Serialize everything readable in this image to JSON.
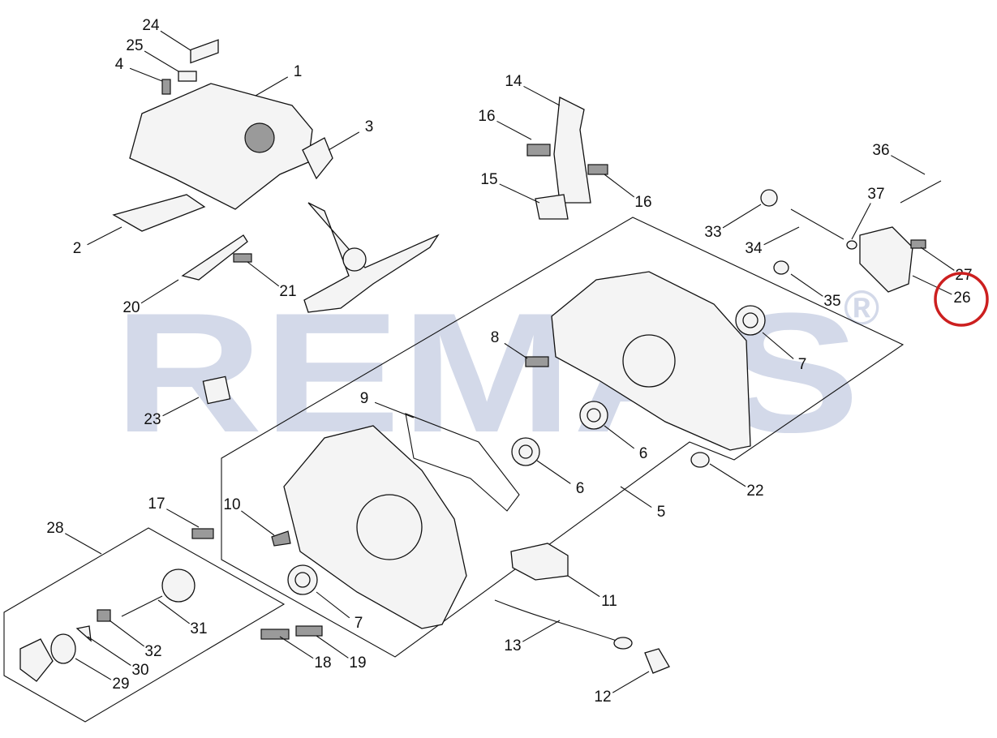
{
  "diagram": {
    "watermark": "REMAS",
    "watermark_mark": "®",
    "highlight_color": "#cc1f1f",
    "highlighted_label": "26",
    "callouts": [
      "24",
      "25",
      "4",
      "1",
      "3",
      "2",
      "20",
      "21",
      "14",
      "16",
      "15",
      "16",
      "36",
      "37",
      "33",
      "34",
      "27",
      "26",
      "35",
      "8",
      "7",
      "9",
      "23",
      "6",
      "6",
      "22",
      "5",
      "17",
      "10",
      "28",
      "11",
      "7",
      "31",
      "32",
      "13",
      "30",
      "29",
      "18",
      "19",
      "12"
    ]
  }
}
